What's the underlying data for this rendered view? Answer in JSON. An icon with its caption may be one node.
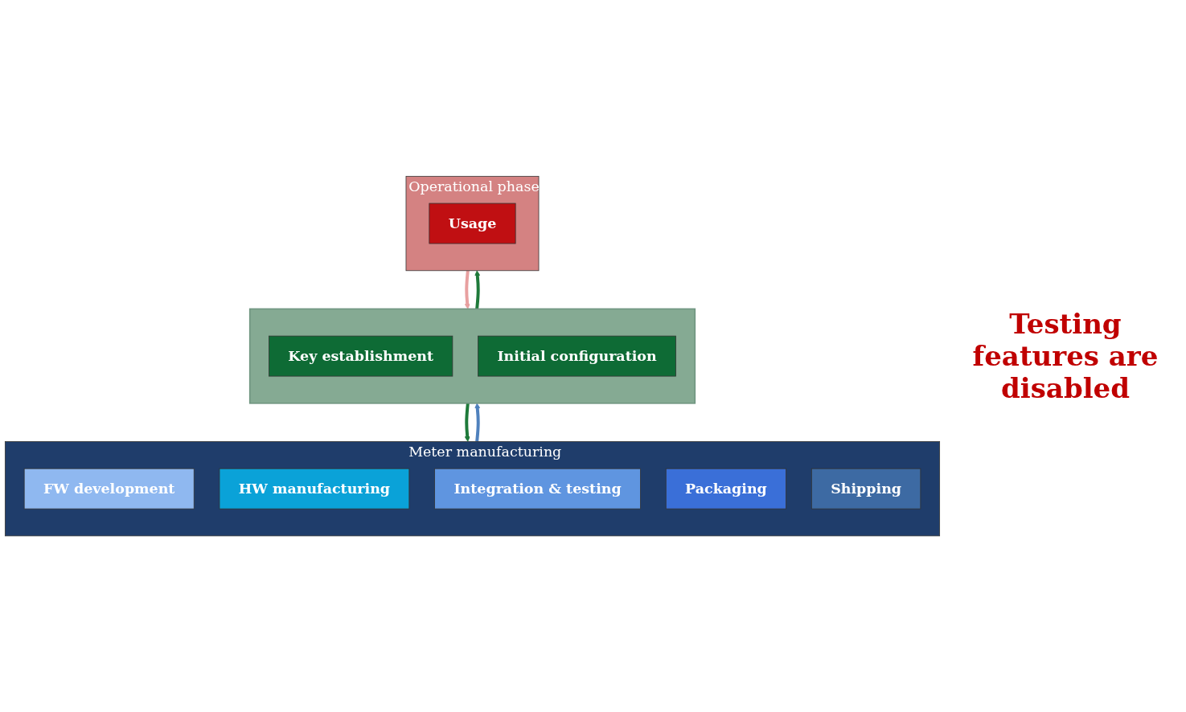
{
  "diagram": {
    "nodes": [
      {
        "text": [
          "Meter manufacturing"
        ]
      },
      {
        "text": [
          "FW development"
        ],
        "in": 0
      },
      {
        "text": [
          "HW manufacturing"
        ],
        "in": 0
      },
      {
        "text": [
          "Integration & testing"
        ],
        "in": 0
      },
      {
        "text": [
          "Packaging"
        ],
        "in": 0
      },
      {
        "text": [
          "Shipping"
        ],
        "in": 0
      },
      {
        "text": [],
        "shape": "box"
      },
      {
        "text": [
          "Key establishment"
        ],
        "in": 6
      },
      {
        "text": [
          "Initial configuration"
        ],
        "in": 6
      },
      {
        "text": [
          "Operational phase"
        ]
      },
      {
        "text": [
          "Usage"
        ],
        "in": 9
      }
    ],
    "edges": [
      {
        "from": 0,
        "to": 6,
        "arrow": "to",
        "color": "#4f81bd"
      },
      {
        "from": 6,
        "to": 0,
        "arrow": "to",
        "color": "#1e7a3a"
      },
      {
        "from": 9,
        "to": 6,
        "arrow": "to",
        "color": "#e8a0a0"
      },
      {
        "from": 6,
        "to": 9,
        "arrow": "to",
        "color": "#1e7a3a"
      }
    ],
    "labels": [
      "Testing features are disabled"
    ]
  }
}
